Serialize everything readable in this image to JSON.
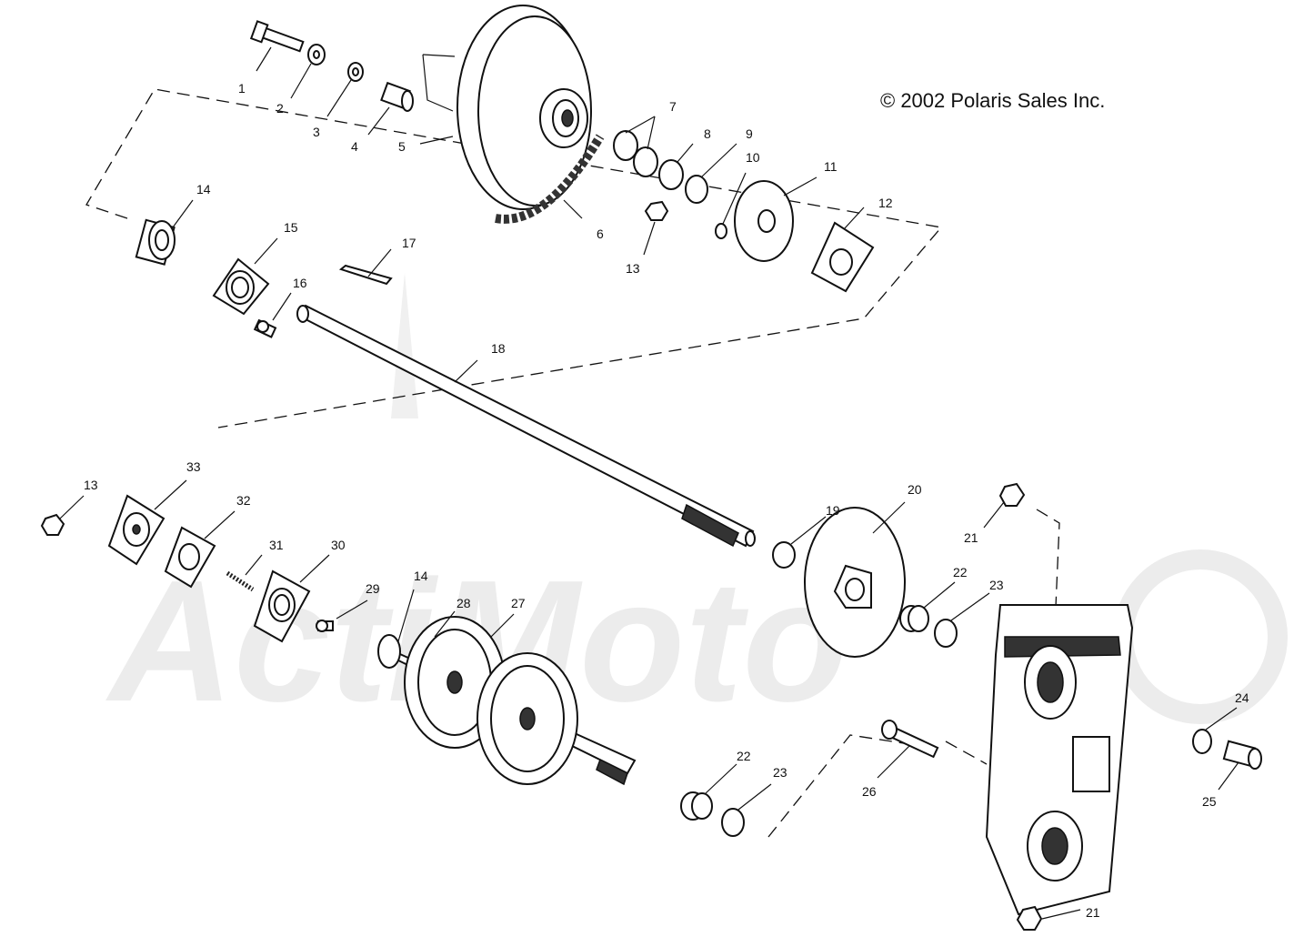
{
  "copyright": "© 2002 Polaris Sales Inc.",
  "watermark": "ActiMoto",
  "callouts": [
    "1",
    "2",
    "3",
    "4",
    "5",
    "6",
    "7",
    "8",
    "9",
    "10",
    "11",
    "12",
    "13",
    "14",
    "15",
    "16",
    "17",
    "18",
    "13",
    "33",
    "32",
    "31",
    "30",
    "29",
    "14",
    "28",
    "27",
    "19",
    "20",
    "21",
    "22",
    "23",
    "22",
    "23",
    "26",
    "24",
    "25",
    "21"
  ]
}
